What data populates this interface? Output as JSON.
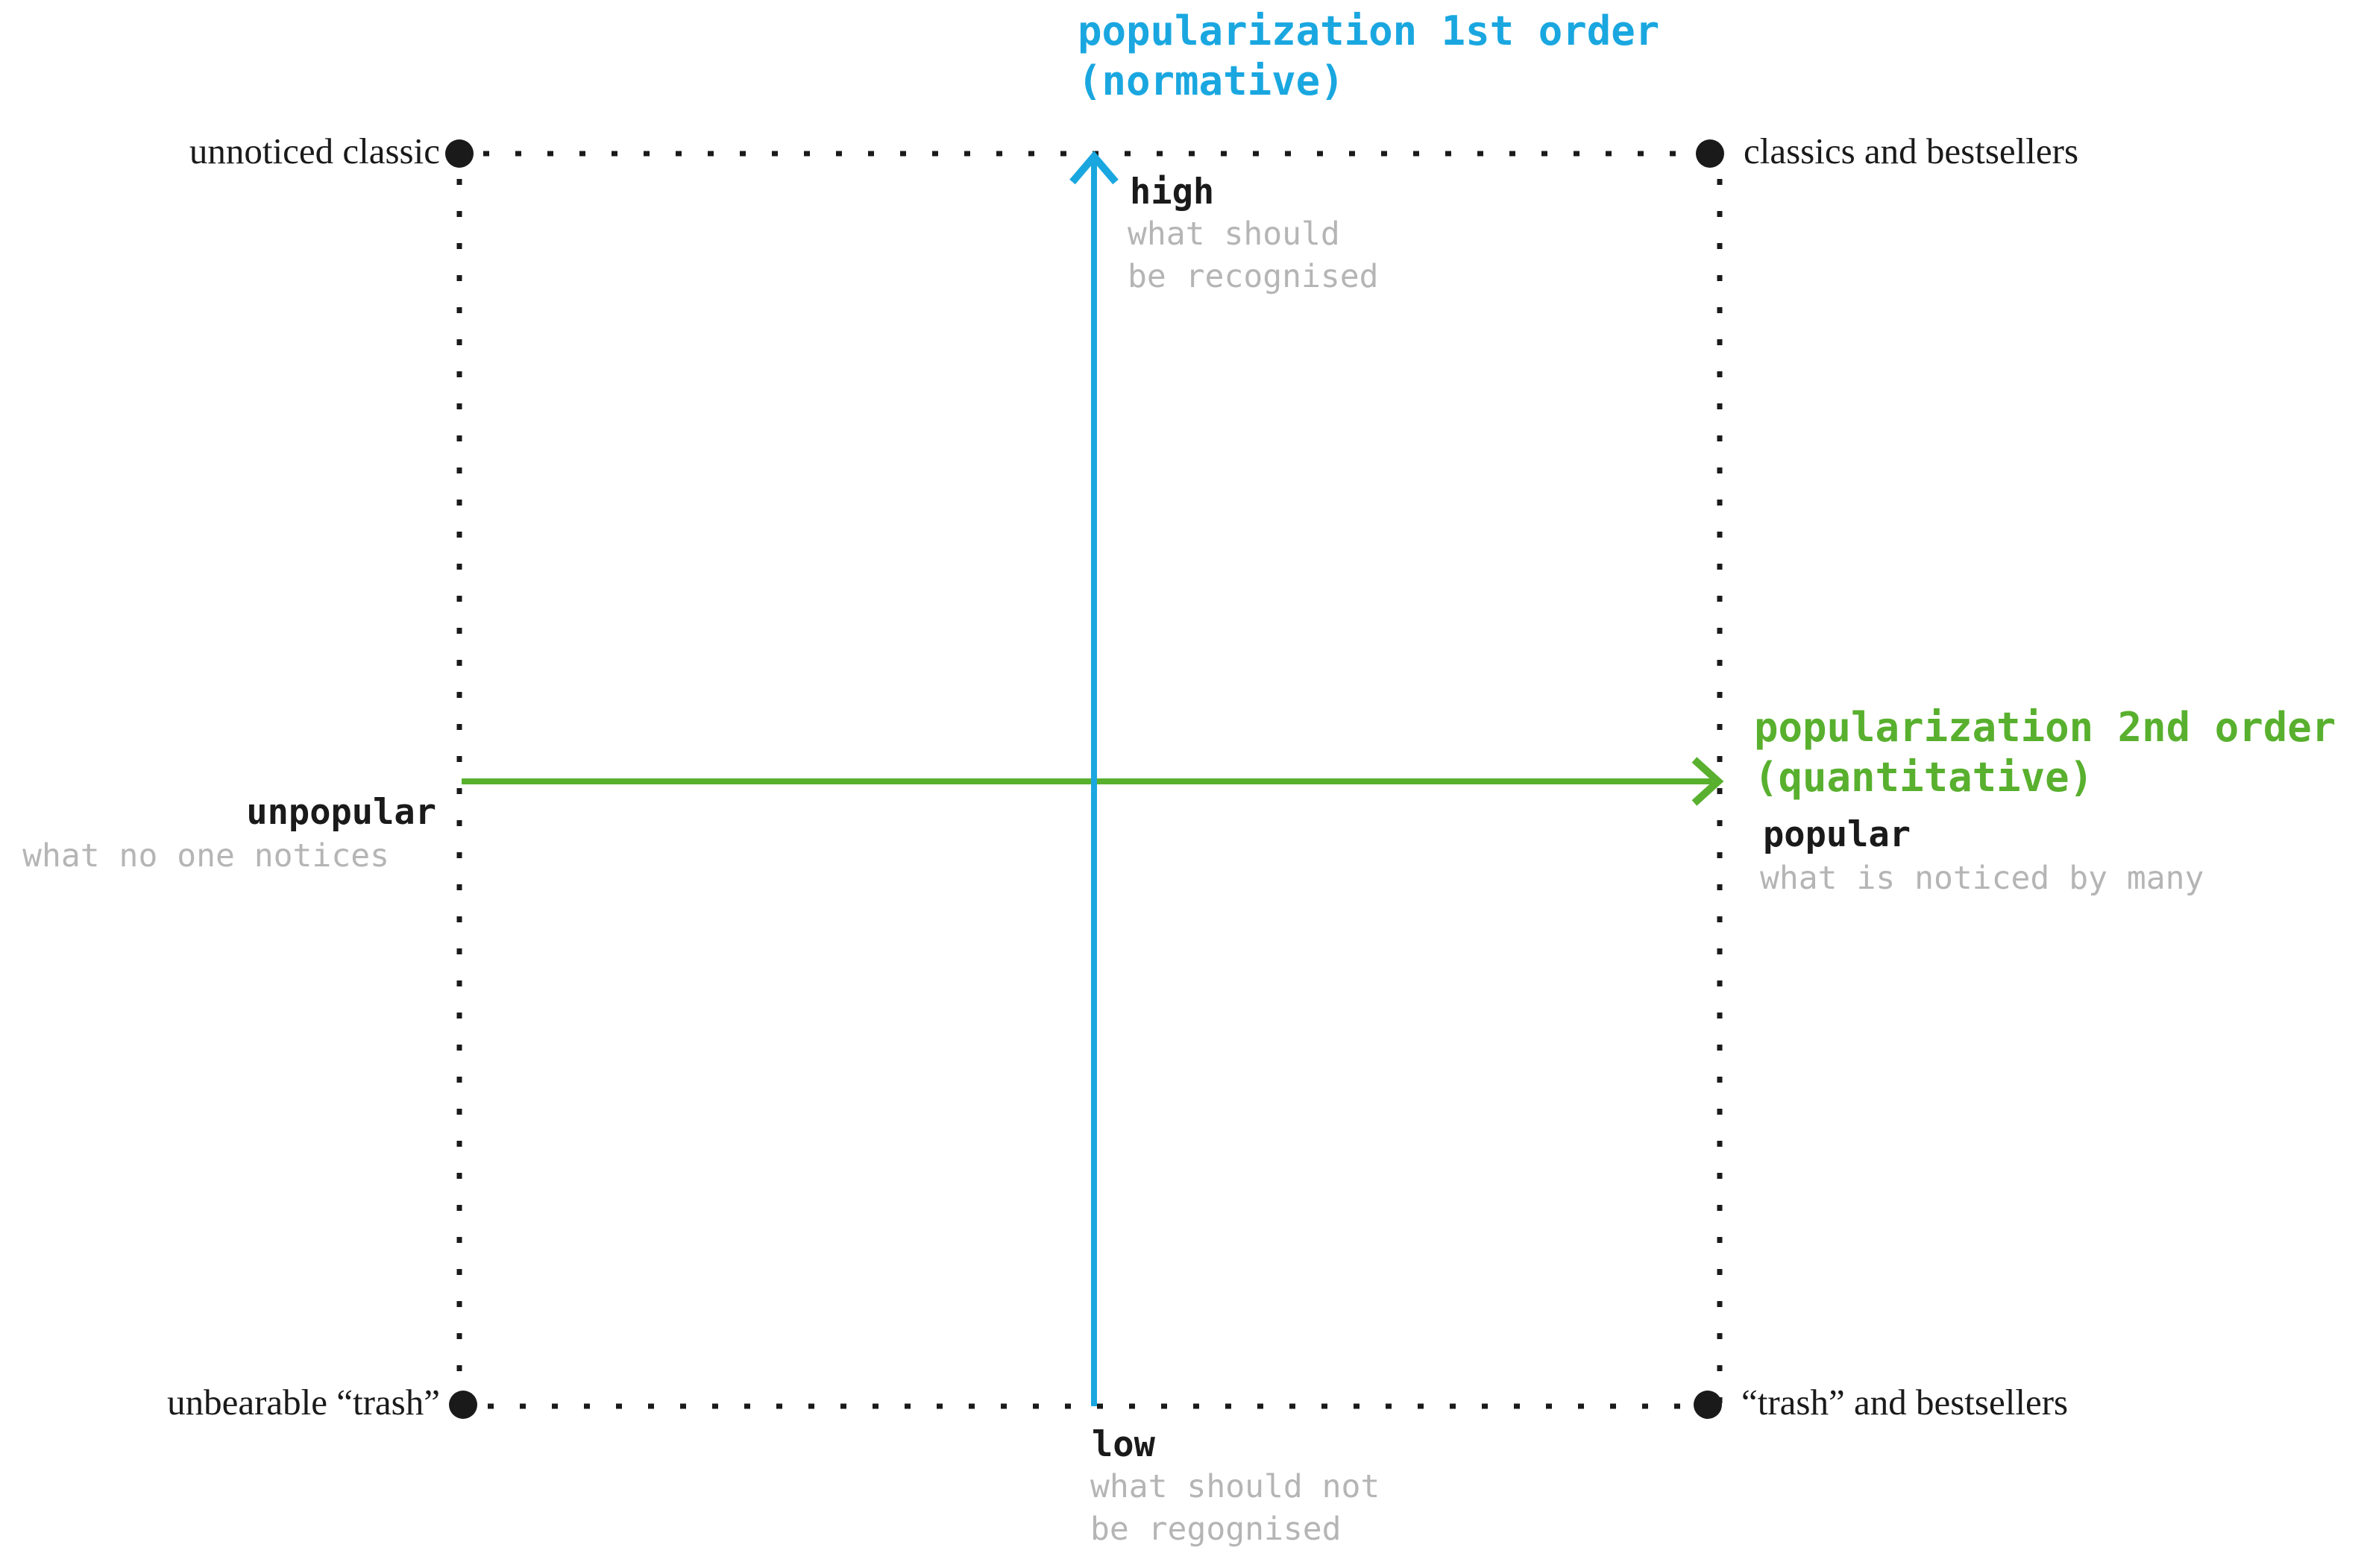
{
  "colors": {
    "axis1": "#1aa7e0",
    "axis2": "#58b02e",
    "ink": "#1a1a1a",
    "muted": "#b5b5b5"
  },
  "vertical_axis": {
    "title_line1": "popularization 1st order",
    "title_line2": "(normative)",
    "high_label": "high",
    "high_desc_line1": "what should",
    "high_desc_line2": "be recognised",
    "low_label": "low",
    "low_desc_line1": "what should not",
    "low_desc_line2": "be regognised"
  },
  "horizontal_axis": {
    "title_line1": "popularization 2nd order",
    "title_line2": "(quantitative)",
    "popular_label": "popular",
    "popular_desc": "what is noticed by many",
    "unpopular_label": "unpopular",
    "unpopular_desc": "what no one notices"
  },
  "quadrant_labels": {
    "top_left": "unnoticed classic",
    "top_right": "classics and bestsellers",
    "bottom_left": "unbearable “trash”",
    "bottom_right": "“trash” and bestsellers"
  }
}
